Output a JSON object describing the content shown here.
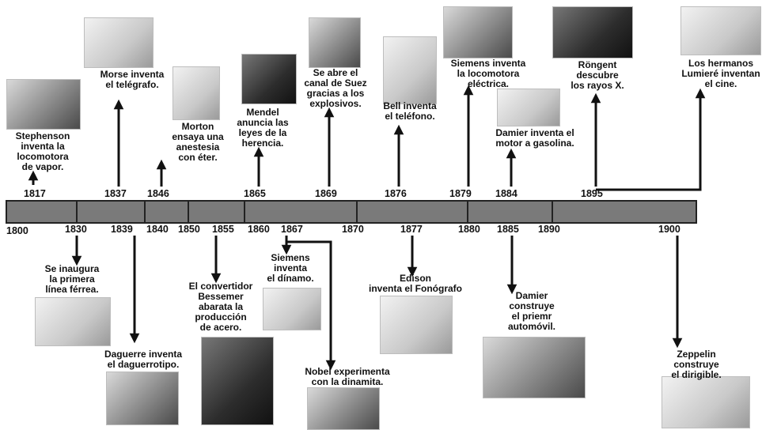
{
  "timeline": {
    "years_above": [
      "1817",
      "1837",
      "1846",
      "1865",
      "1869",
      "1876",
      "1879",
      "1884",
      "1895"
    ],
    "years_below": [
      "1800",
      "1830",
      "1839",
      "1840",
      "1850",
      "1855",
      "1860",
      "1867",
      "1870",
      "1877",
      "1880",
      "1885",
      "1890",
      "1900"
    ]
  },
  "events_above": [
    {
      "year": "1817",
      "text": "Stephenson\ninventa la\nlocomotora\nde vapor."
    },
    {
      "year": "1837",
      "text": "Morse inventa\nel telégrafo."
    },
    {
      "year": "1846",
      "text": "Morton\nensaya una\nanestesia\ncon éter."
    },
    {
      "year": "1865",
      "text": "Mendel\nanuncia las\nleyes de la\nherencia."
    },
    {
      "year": "1869",
      "text": "Se abre el\ncanal de Suez\ngracias a los\nexplosivos."
    },
    {
      "year": "1876",
      "text": "Bell inventa\nel teléfono."
    },
    {
      "year": "1879",
      "text": "Siemens inventa\nla locomotora\neléctrica."
    },
    {
      "year": "1884",
      "text": "Damier inventa el\nmotor a gasolina."
    },
    {
      "year": "1895",
      "text": "Röngent\ndescubre\nlos rayos X."
    },
    {
      "year": "1895",
      "text": "Los hermanos\nLumieré inventan\nel cine."
    }
  ],
  "events_below": [
    {
      "year": "1830",
      "text": "Se inaugura\nla primera\nlínea férrea."
    },
    {
      "year": "1839",
      "text": "Daguerre inventa\nel daguerrotipo."
    },
    {
      "year": "1855",
      "text": "El convertidor\nBessemer\nabarata la\nproducción\nde acero."
    },
    {
      "year": "1867",
      "text": "Siemens\ninventa\nel dínamo."
    },
    {
      "year": "1867",
      "text": "Nobel experimenta\ncon la dinamita."
    },
    {
      "year": "1877",
      "text": "Edison\ninventa el Fonógrafo"
    },
    {
      "year": "1885",
      "text": "Damier\nconstruye\nel priemr\nautomóvil."
    },
    {
      "year": "1900",
      "text": "Zeppelin\nconstruye\nel dirigible."
    }
  ]
}
